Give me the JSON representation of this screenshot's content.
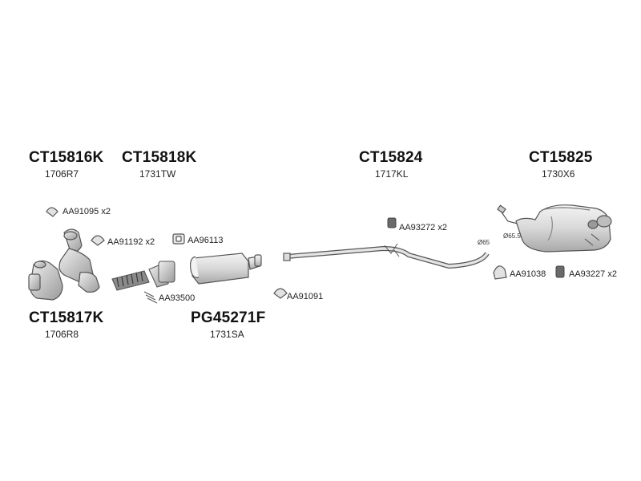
{
  "parts": [
    {
      "code": "CT15816K",
      "ref": "1706R7"
    },
    {
      "code": "CT15818K",
      "ref": "1731TW"
    },
    {
      "code": "CT15824",
      "ref": "1717KL"
    },
    {
      "code": "CT15825",
      "ref": "1730X6"
    },
    {
      "code": "CT15817K",
      "ref": "1706R8"
    },
    {
      "code": "PG45271F",
      "ref": "1731SA"
    }
  ],
  "accessories": [
    {
      "label": "AA91095 x2"
    },
    {
      "label": "AA91192 x2"
    },
    {
      "label": "AA96113"
    },
    {
      "label": "AA93500"
    },
    {
      "label": "AA91091"
    },
    {
      "label": "AA93272 x2"
    },
    {
      "label": "AA91038"
    },
    {
      "label": "AA93227 x2"
    }
  ],
  "dimensions": {
    "pipe_diameter": "Ø65",
    "muffler_diameter": "Ø65.5"
  },
  "colors": {
    "line": "#555555",
    "fill": "#e6e6e6",
    "shade": "#bdbdbd"
  }
}
